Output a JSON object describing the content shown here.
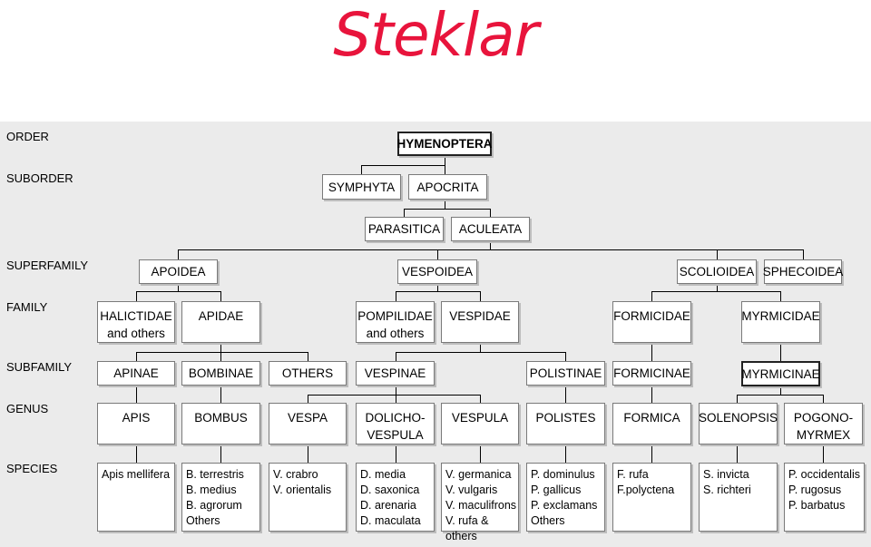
{
  "title": "Steklar",
  "colors": {
    "title": "#e8143c",
    "panel": "#ebebeb",
    "line": "#000000"
  },
  "ranks": [
    "ORDER",
    "SUBORDER",
    "SUPERFAMILY",
    "FAMILY",
    "SUBFAMILY",
    "GENUS",
    "SPECIES"
  ],
  "nodes": {
    "hymenoptera": "HYMENOPTERA",
    "symphyta": "SYMPHYTA",
    "apocrita": "APOCRITA",
    "parasitica": "PARASITICA",
    "aculeata": "ACULEATA",
    "apoidea": "APOIDEA",
    "vespoidea": "VESPOIDEA",
    "scolioidea": "SCOLIOIDEA",
    "sphecoidea": "SPHECOIDEA",
    "halictidae": "HALICTIDAE\nand others",
    "apidae": "APIDAE",
    "pompilidae": "POMPILIDAE\nand others",
    "vespidae": "VESPIDAE",
    "formicidae": "FORMICIDAE",
    "myrmicidae": "MYRMICIDAE",
    "apinae": "APINAE",
    "bombinae": "BOMBINAE",
    "others": "OTHERS",
    "vespinae": "VESPINAE",
    "polistinae": "POLISTINAE",
    "formicinae": "FORMICINAE",
    "myrmicinae": "MYRMICINAE",
    "apis": "APIS",
    "bombus": "BOMBUS",
    "vespa": "VESPA",
    "dolichovespula": "DOLICHO-\nVESPULA",
    "vespula": "VESPULA",
    "polistes": "POLISTES",
    "formica": "FORMICA",
    "solenopsis": "SOLENOPSIS",
    "pogonomyrmex": "POGONO-\nMYRMEX"
  },
  "species": {
    "apis": "Apis mellifera",
    "bombus": "B. terrestris\nB. medius\nB. agrorum\nOthers",
    "vespa": "V. crabro\nV. orientalis",
    "dolichovespula": "D. media\nD. saxonica\nD. arenaria\nD. maculata",
    "vespula": "V. germanica\nV. vulgaris\nV. maculifrons\nV. rufa & others",
    "polistes": "P. dominulus\nP. gallicus\nP. exclamans\nOthers",
    "formica": "F. rufa\nF.polyctena",
    "solenopsis": "S. invicta\nS. richteri",
    "pogonomyrmex": "P. occidentalis\nP. rugosus\nP. barbatus"
  }
}
